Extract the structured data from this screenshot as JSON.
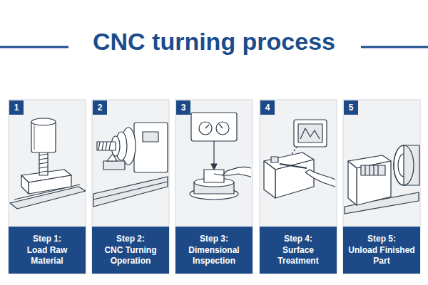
{
  "diagram": {
    "title": "CNC turning process",
    "nodes": [
      {
        "text": [
          "1"
        ]
      },
      {
        "text": [
          "Step 1:",
          "Load Raw Material"
        ]
      },
      {
        "text": [
          "2"
        ]
      },
      {
        "text": [
          "Step 2:",
          "CNC Turning Operation"
        ]
      },
      {
        "text": [
          "3"
        ]
      },
      {
        "text": [
          "Step 3:",
          "Dimensional Inspection"
        ]
      },
      {
        "text": [
          "4"
        ]
      },
      {
        "text": [
          "Step 4:",
          "Surface Treatment"
        ]
      },
      {
        "text": [
          "5"
        ]
      },
      {
        "text": [
          "Step 5:",
          "Unload Finished Part"
        ]
      }
    ],
    "edges": []
  }
}
